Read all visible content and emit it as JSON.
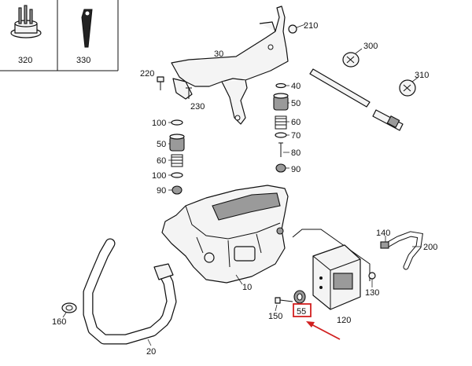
{
  "diagram": {
    "inset_labels": [
      "320",
      "330"
    ],
    "part_labels": {
      "p210": "210",
      "p30": "30",
      "p220": "220",
      "p230": "230",
      "p300": "300",
      "p310": "310",
      "p40": "40",
      "p50r": "50",
      "p60r": "60",
      "p70": "70",
      "p80": "80",
      "p90r": "90",
      "p100a": "100",
      "p50l": "50",
      "p60l": "60",
      "p100b": "100",
      "p90l": "90",
      "p140": "140",
      "p200": "200",
      "p10": "10",
      "p130": "130",
      "p160": "160",
      "p150": "150",
      "p55": "55",
      "p120": "120",
      "p20": "20"
    },
    "highlighted_part": "55",
    "colors": {
      "highlight_box": "#d11f1f",
      "arrow": "#d11f1f",
      "line": "#111111"
    }
  }
}
